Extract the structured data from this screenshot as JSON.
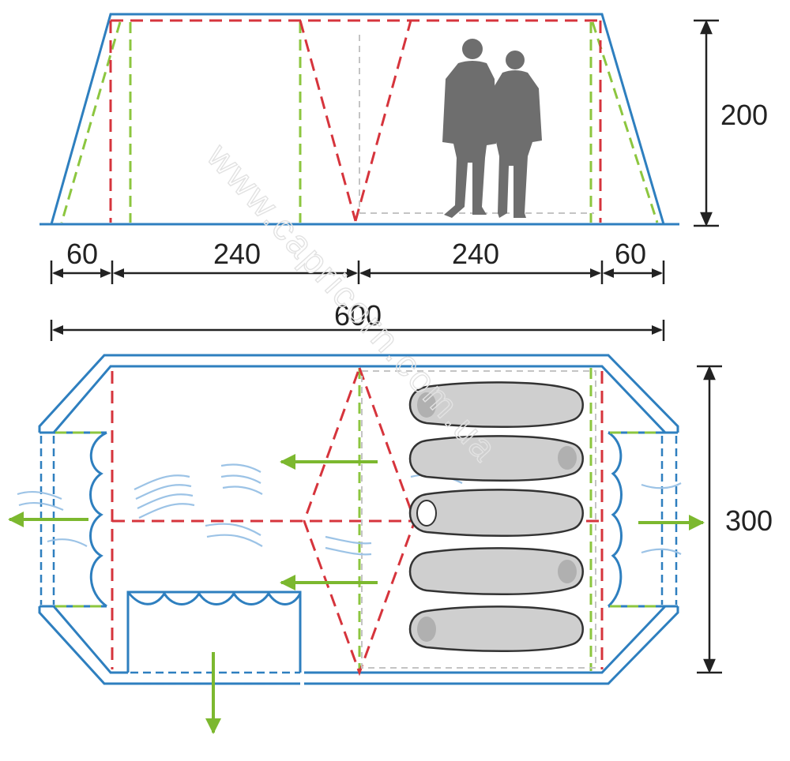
{
  "dimensions": {
    "height_side": "200",
    "left_vestibule": "60",
    "left_room": "240",
    "right_room": "240",
    "right_vestibule": "60",
    "total_length": "600",
    "width_floor": "300"
  },
  "watermark": "www.capricorn.com.ua",
  "colors": {
    "outline_blue": "#2e7fbf",
    "inner_red": "#d6343c",
    "pole_green": "#8cc63f",
    "silhouette_gray": "#6e6e6e",
    "sleeping_bag_fill": "#cfcfcf",
    "arrow_green": "#7cb82f",
    "airflow_blue": "#9cc3e6",
    "dimension_dark": "#222222"
  },
  "icons": [
    "two-people-silhouette-icon",
    "sleeping-bag-icon",
    "airflow-arrow-icon"
  ]
}
